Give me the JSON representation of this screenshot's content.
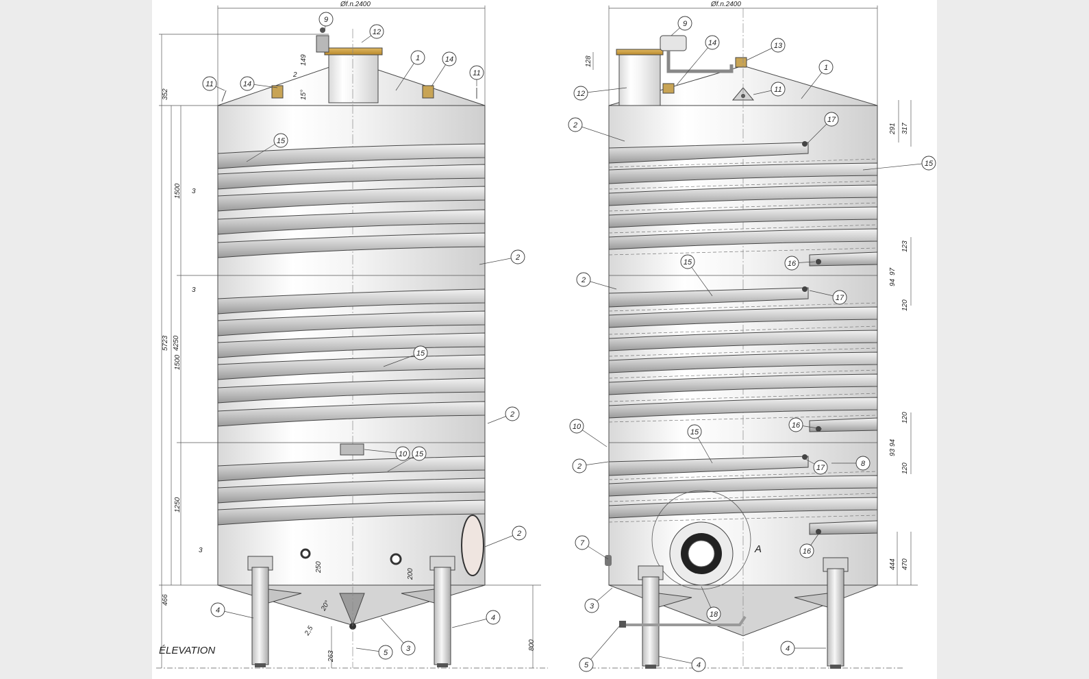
{
  "title": "ÉLEVATION",
  "diameter_label": "Øf.n.2400",
  "left_view": {
    "dims": {
      "total_height": "5723",
      "body_height": "4250",
      "top_cone": "352",
      "bottom_cone": "466",
      "shell_1": "1500",
      "shell_2": "1500",
      "shell_3": "1250",
      "lid_height": "149",
      "lid_angle": "15°",
      "lid_slope": "2",
      "leg_height": "800",
      "outlet_height": "263",
      "cone_angle": "20°",
      "cone_slope": "2,5",
      "valve_height": "250",
      "nozzle_height": "200",
      "weld_1": "3",
      "weld_2": "3",
      "weld_3": "3"
    },
    "callouts": [
      "9",
      "12",
      "1",
      "14",
      "14",
      "11",
      "11",
      "15",
      "2",
      "15",
      "2",
      "10",
      "15",
      "2",
      "4",
      "3",
      "5",
      "4"
    ]
  },
  "right_view": {
    "dims": {
      "manhole_height": "128",
      "d291": "291",
      "d317": "317",
      "d123": "123",
      "d94a": "94",
      "d97": "97",
      "d120a": "120",
      "d120b": "120",
      "d94b": "94",
      "d93": "93",
      "d120c": "120",
      "d444": "444",
      "d470": "470"
    },
    "detail_label": "A",
    "callouts": [
      "9",
      "14",
      "13",
      "1",
      "12",
      "11",
      "2",
      "17",
      "15",
      "16",
      "2",
      "15",
      "17",
      "10",
      "16",
      "15",
      "2",
      "17",
      "8",
      "7",
      "16",
      "3",
      "18",
      "5",
      "4",
      "4"
    ]
  }
}
